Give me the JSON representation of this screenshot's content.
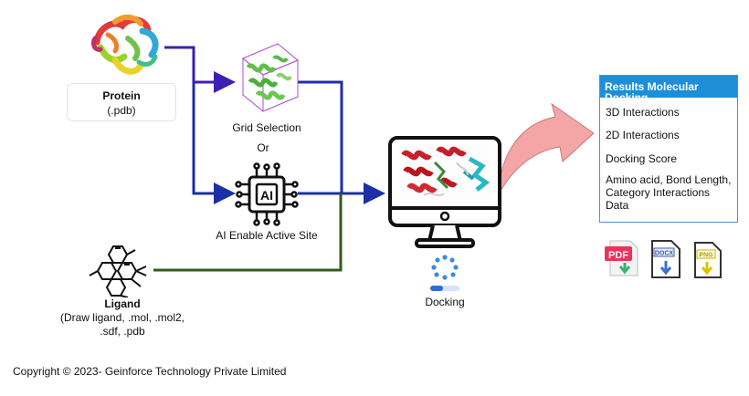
{
  "protein": {
    "title": "Protein",
    "format": "(.pdb)"
  },
  "grid_selection": {
    "label": "Grid Selection"
  },
  "or_label": "Or",
  "ai_site": {
    "label": "AI Enable Active Site",
    "chip_text": "AI"
  },
  "ligand": {
    "title": "Ligand",
    "desc_line1": "(Draw ligand, .mol, .mol2,",
    "desc_line2": ".sdf, .pdb"
  },
  "docking": {
    "label": "Docking"
  },
  "results": {
    "title": "Results Molecular Docking",
    "items": [
      "3D Interactions",
      "2D Interactions",
      "Docking Score"
    ],
    "multi_line1": "Amino acid, Bond Length,",
    "multi_line2": "Category Interactions",
    "multi_line3": "Data"
  },
  "file_icons": {
    "pdf": "PDF",
    "docx": "DOCX",
    "png": "PNG"
  },
  "copyright": "Copyright © 2023- Geinforce Technology Private Limited",
  "colors": {
    "purple_arrow": "#3d1fb3",
    "blue_arrow": "#1c2fa6",
    "green_line": "#2e5e1e",
    "results_header": "#1e8ed8",
    "big_arrow": "#f4a6a6"
  }
}
